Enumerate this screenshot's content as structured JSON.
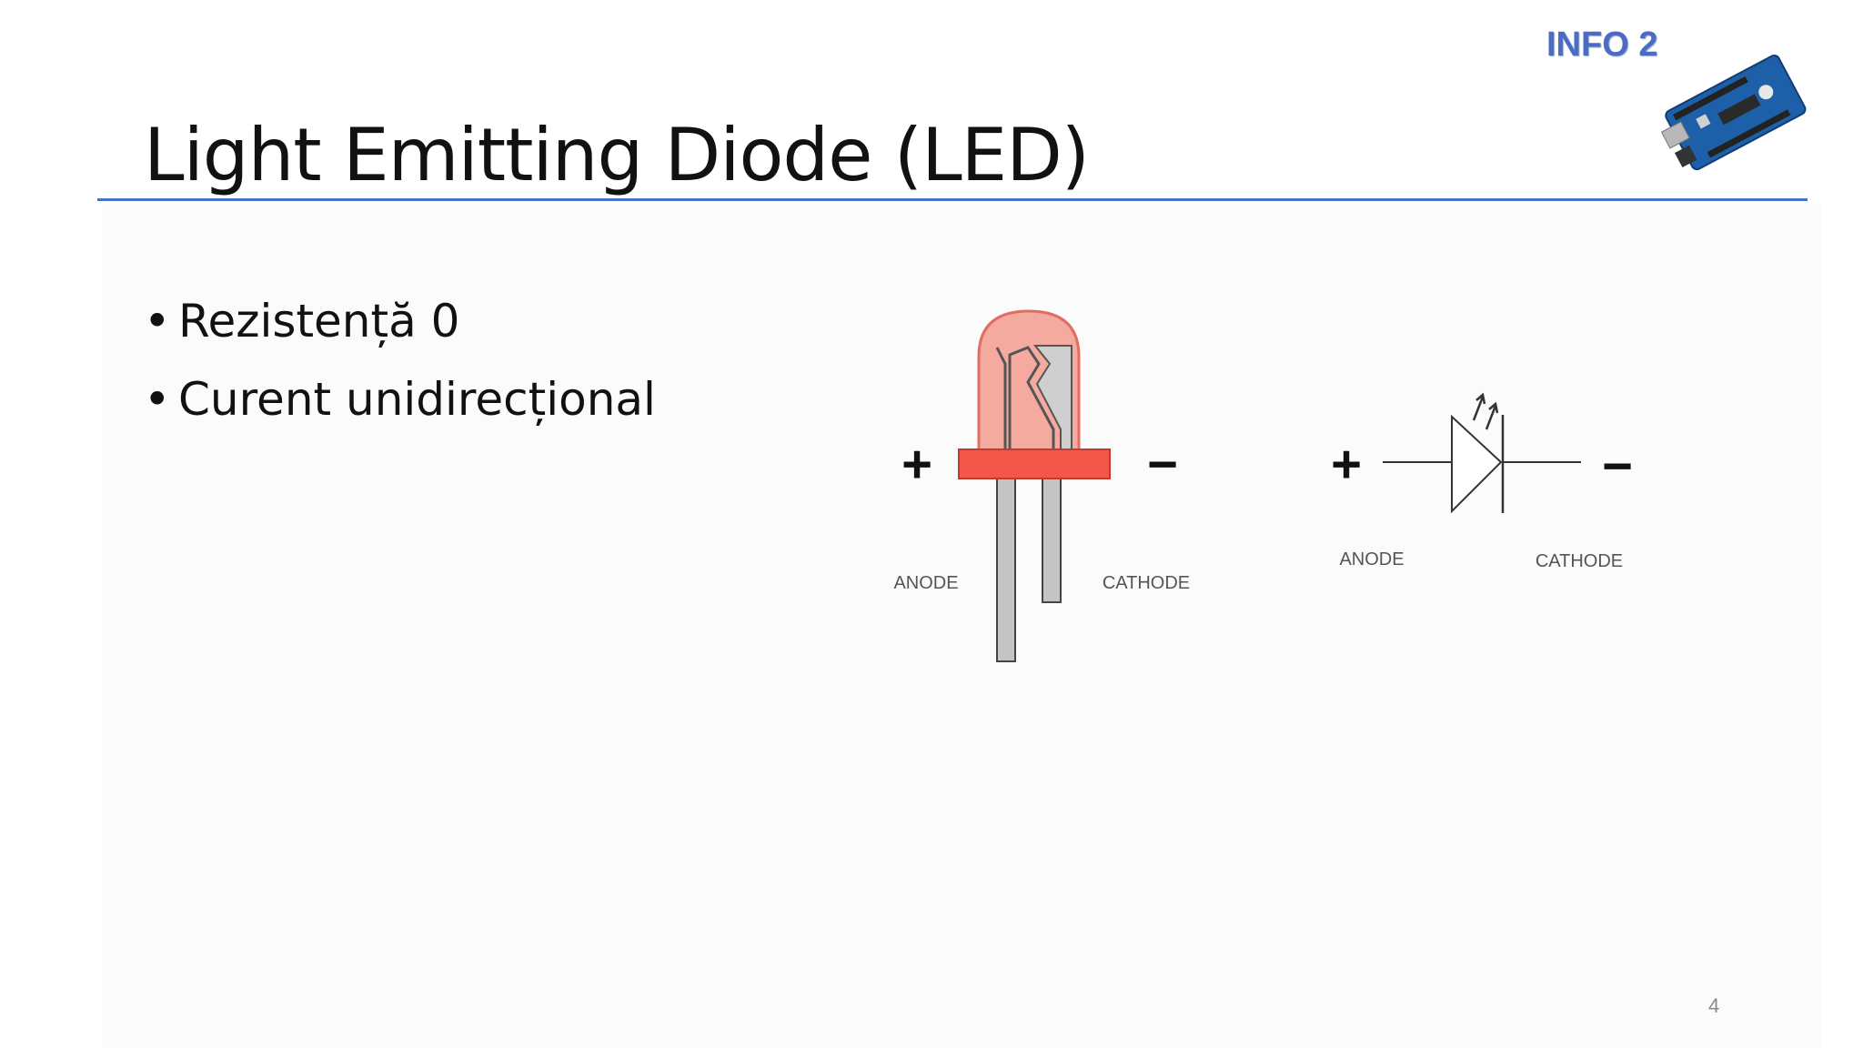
{
  "slide": {
    "title": "Light Emitting Diode (LED)",
    "brand": "INFO 2",
    "board_icon": "arduino-board-icon",
    "page_number": "4"
  },
  "bullets": [
    {
      "marker": "•",
      "text": "Rezistență 0"
    },
    {
      "marker": "•",
      "text": "Curent unidirecțional"
    }
  ],
  "diagram": {
    "led": {
      "plus": "+",
      "minus": "−",
      "anode": "ANODE",
      "cathode": "CATHODE"
    },
    "symbol": {
      "plus": "+",
      "minus": "−",
      "anode": "ANODE",
      "cathode": "CATHODE"
    }
  },
  "colors": {
    "title_rule": "#4472c4",
    "brand": "#4a6cc4",
    "led_body": "#f5aaa0",
    "led_base": "#f4564a",
    "lead": "#c4c4c4"
  }
}
